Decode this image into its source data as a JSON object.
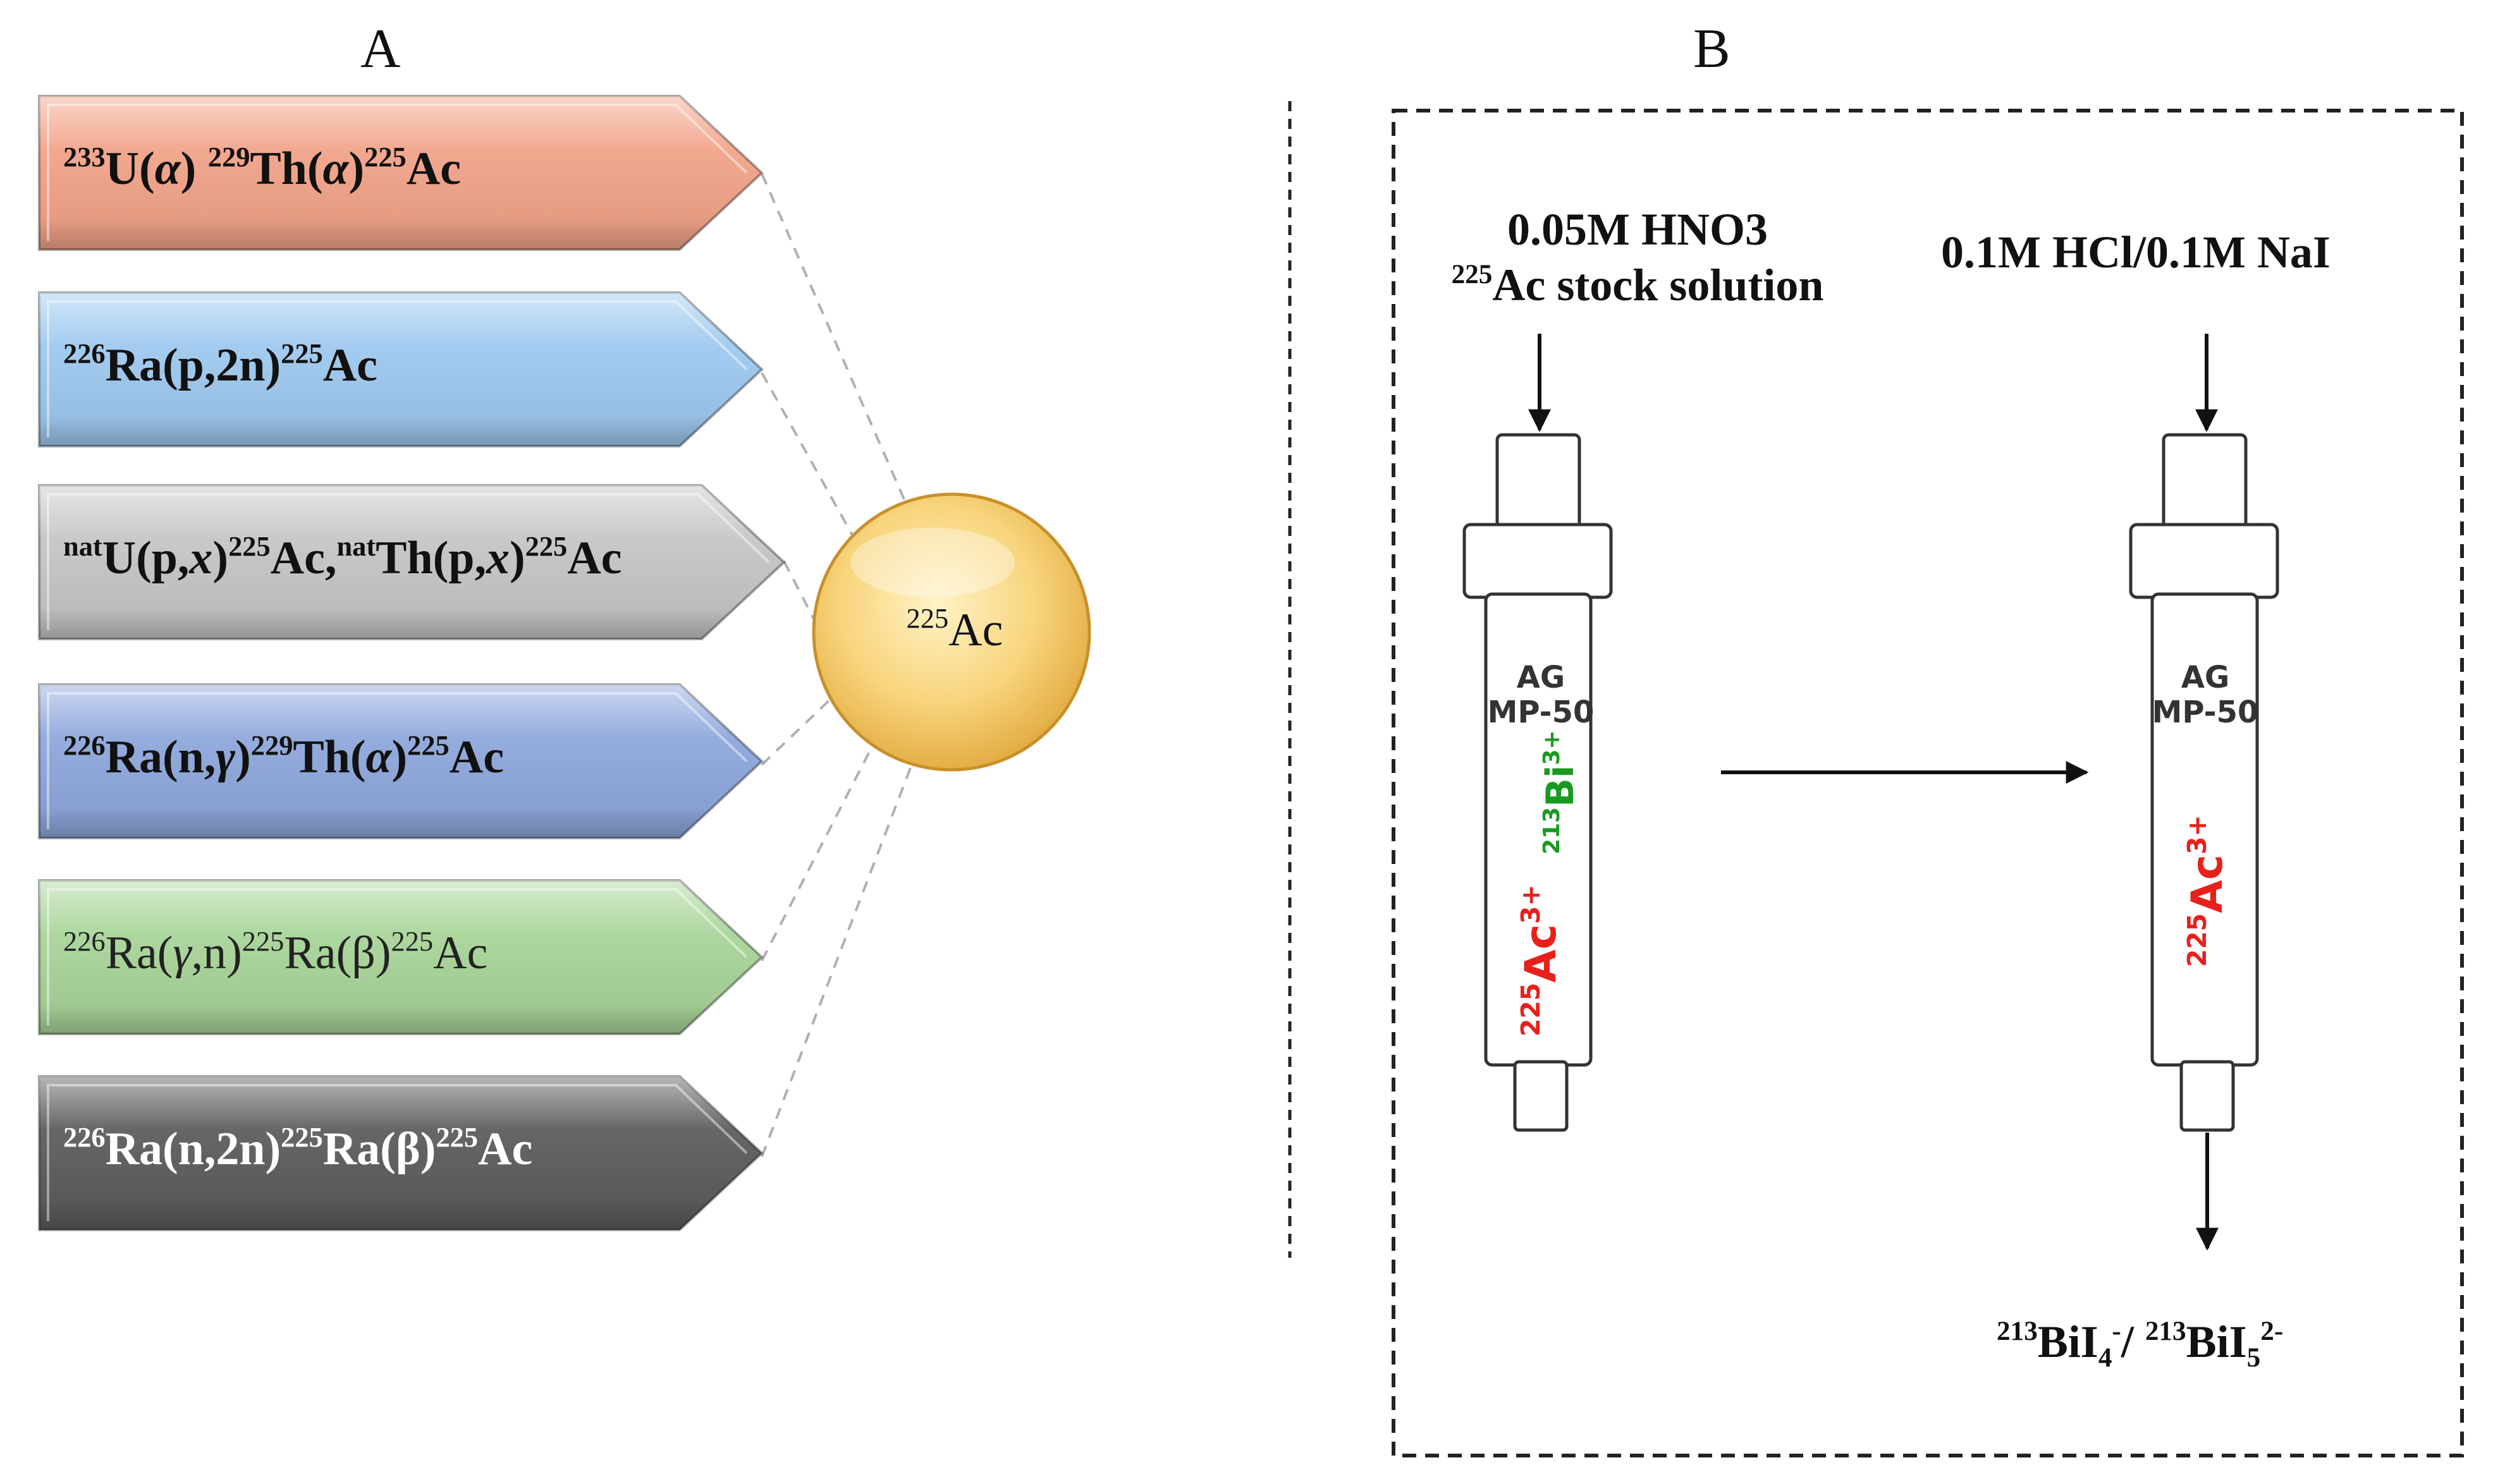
{
  "panels": {
    "a": "A",
    "b": "B"
  },
  "routes": [
    {
      "text": "<sup>233</sup>U(<i>α</i>) <sup>229</sup>Th(<i>α</i>)<sup>225</sup>Ac",
      "color": "#f2a48a",
      "text_color": "#111111",
      "bold": true
    },
    {
      "text": "<sup>226</sup>Ra(p,2n)<sup>225</sup>Ac",
      "color": "#9fc9ef",
      "text_color": "#111111",
      "bold": true
    },
    {
      "text": "<sup>nat</sup>U(p,<i>x</i>)<sup>225</sup>Ac,<sup>nat</sup>Th(p,<i>x</i>)<sup>225</sup>Ac",
      "color": "#c6c6c6",
      "text_color": "#111111",
      "bold": true
    },
    {
      "text": "<sup>226</sup>Ra(n,<i>γ</i>)<sup>229</sup>Th(<i>α</i>)<sup>225</sup>Ac",
      "color": "#8fa8dc",
      "text_color": "#111111",
      "bold": true
    },
    {
      "text": "<sup>226</sup>Ra(<i>γ</i>,n)<sup>225</sup>Ra(β)<sup>225</sup>Ac",
      "color": "#a9d59a",
      "text_color": "#222222",
      "bold": false
    },
    {
      "text": "<sup>226</sup>Ra(n,2n)<sup>225</sup>Ra(β)<sup>225</sup>Ac",
      "color": "#5e5e5e",
      "text_color": "#ffffff",
      "bold": true
    }
  ],
  "target": "<sup>225</sup>Ac",
  "panel_b": {
    "feed_line_1": "0.05M HNO3",
    "feed_line_2": "<sup>225</sup>Ac stock solution",
    "eluent": "0.1M HCl/0.1M NaI",
    "resin_line_1": "AG",
    "resin_line_2": "MP-50",
    "ion_ac": "<sup>225</sup>Ac<sup>3+</sup>",
    "ion_bi": "<sup>213</sup>Bi<sup>3+</sup>",
    "product": "<sup>213</sup>BiI<sub>4</sub><sup>-</sup>/ <sup>213</sup>BiI<sub>5</sub><sup>2-</sup>"
  },
  "colors": {
    "circle": "#f7d37a",
    "dash": "#b0b0b0"
  }
}
